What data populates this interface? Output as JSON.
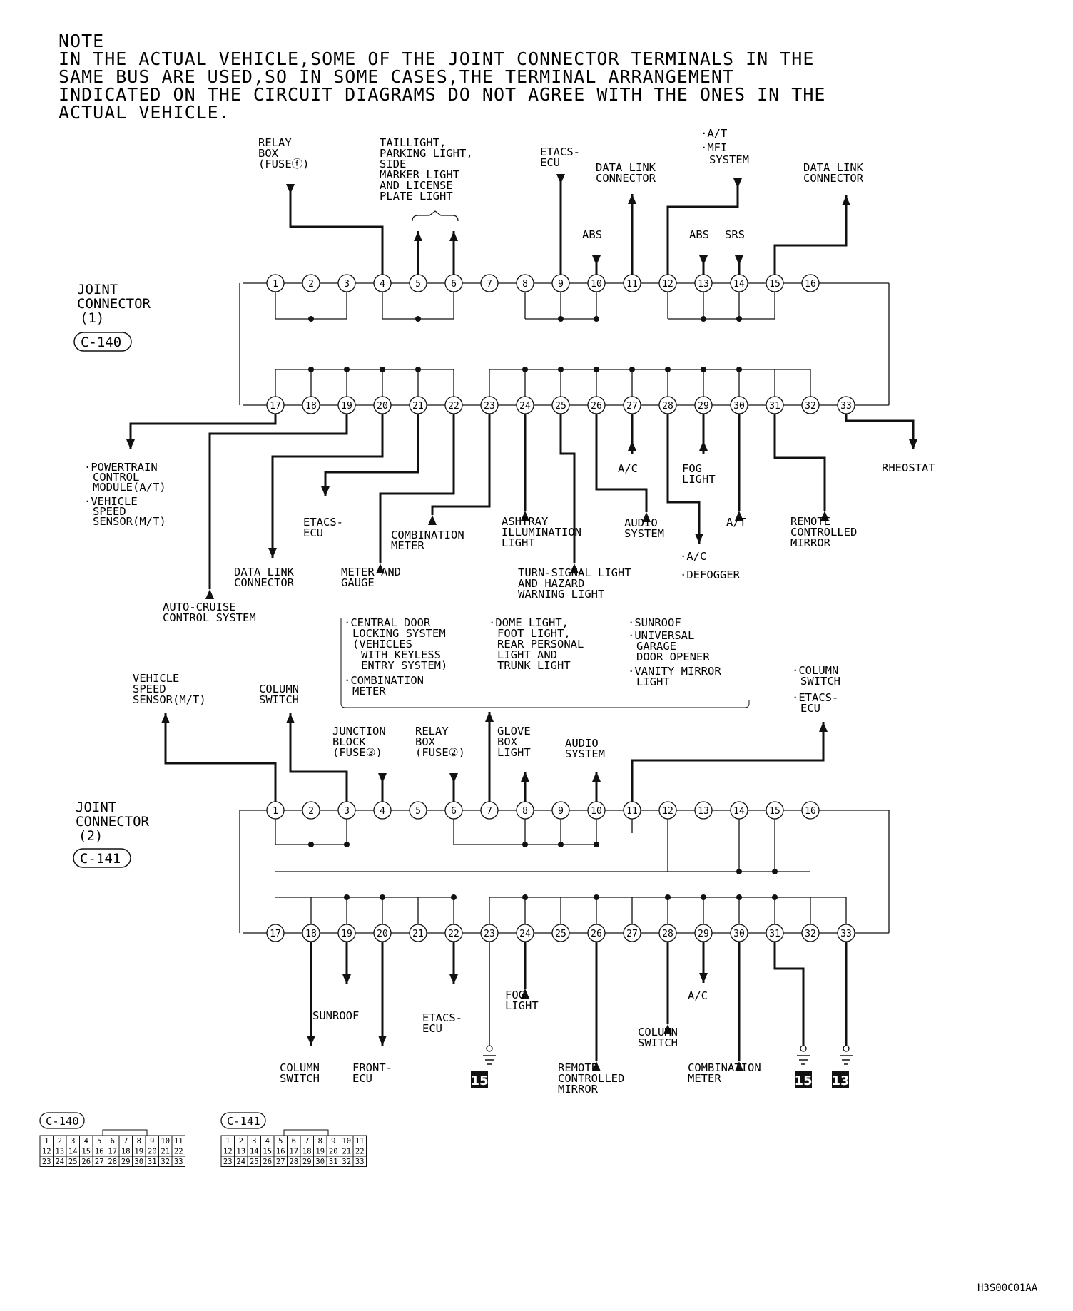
{
  "note": {
    "lines": [
      "NOTE",
      "IN THE ACTUAL VEHICLE,SOME OF THE JOINT CONNECTOR TERMINALS IN THE",
      "SAME BUS ARE USED,SO IN SOME CASES,THE TERMINAL ARRANGEMENT",
      "INDICATED ON THE CIRCUIT DIAGRAMS DO NOT AGREE WITH THE ONES IN THE",
      "ACTUAL VEHICLE."
    ]
  },
  "connector1": {
    "title": [
      "JOINT",
      "CONNECTOR",
      "(1)"
    ],
    "code": "C-140",
    "top_labels": [
      {
        "id": "relay-box-fuse-21",
        "lines": [
          "RELAY",
          "BOX",
          "(FUSEⓕ)"
        ]
      },
      {
        "id": "taillight",
        "lines": [
          "TAILLIGHT,",
          "PARKING LIGHT,",
          "SIDE",
          "MARKER LIGHT",
          "AND LICENSE",
          "PLATE LIGHT"
        ]
      },
      {
        "id": "etacs-ecu-top",
        "lines": [
          "ETACS-",
          "ECU"
        ]
      },
      {
        "id": "data-link-top-a",
        "lines": [
          "DATA LINK",
          "CONNECTOR"
        ]
      },
      {
        "id": "abs-10",
        "lines": [
          "ABS"
        ]
      },
      {
        "id": "at-mfi",
        "lines": [
          "·A/T",
          "·MFI",
          "SYSTEM"
        ]
      },
      {
        "id": "abs-13",
        "lines": [
          "ABS"
        ]
      },
      {
        "id": "srs-14",
        "lines": [
          "SRS"
        ]
      },
      {
        "id": "data-link-top-b",
        "lines": [
          "DATA LINK",
          "CONNECTOR"
        ]
      }
    ],
    "bottom_labels": [
      {
        "id": "powertrain",
        "lines": [
          "·POWERTRAIN",
          "CONTROL",
          "MODULE(A/T)",
          "·VEHICLE",
          "SPEED",
          "SENSOR(M/T)"
        ]
      },
      {
        "id": "auto-cruise",
        "lines": [
          "AUTO-CRUISE",
          "CONTROL SYSTEM"
        ]
      },
      {
        "id": "data-link-bottom",
        "lines": [
          "DATA LINK",
          "CONNECTOR"
        ]
      },
      {
        "id": "etacs-ecu-20",
        "lines": [
          "ETACS-",
          "ECU"
        ]
      },
      {
        "id": "meter-gauge",
        "lines": [
          "METER AND",
          "GAUGE"
        ]
      },
      {
        "id": "combination-meter-22",
        "lines": [
          "COMBINATION",
          "METER"
        ]
      },
      {
        "id": "ashtray",
        "lines": [
          "ASHTRAY",
          "ILLUMINATION",
          "LIGHT"
        ]
      },
      {
        "id": "turn-signal",
        "lines": [
          "TURN-SIGNAL LIGHT",
          "AND HAZARD",
          "WARNING LIGHT"
        ]
      },
      {
        "id": "audio-system-26",
        "lines": [
          "AUDIO",
          "SYSTEM"
        ]
      },
      {
        "id": "ac-27",
        "lines": [
          "A/C"
        ]
      },
      {
        "id": "fog-light-29",
        "lines": [
          "FOG",
          "LIGHT"
        ]
      },
      {
        "id": "ac-defogger",
        "lines": [
          "·A/C",
          "·DEFOGGER"
        ]
      },
      {
        "id": "at-30",
        "lines": [
          "A/T"
        ]
      },
      {
        "id": "remote-mirror-31",
        "lines": [
          "REMOTE",
          "CONTROLLED",
          "MIRROR"
        ]
      },
      {
        "id": "rheostat",
        "lines": [
          "RHEOSTAT"
        ]
      }
    ]
  },
  "middle_box": {
    "col1": [
      "·CENTRAL DOOR",
      "LOCKING SYSTEM",
      "(VEHICLES",
      "WITH KEYLESS",
      "ENTRY SYSTEM)",
      "·COMBINATION",
      "METER"
    ],
    "col2": [
      "·DOME LIGHT,",
      "FOOT LIGHT,",
      "REAR PERSONAL",
      "LIGHT AND",
      "TRUNK LIGHT"
    ],
    "col3": [
      "·SUNROOF",
      "·UNIVERSAL",
      "GARAGE",
      "DOOR OPENER",
      "·VANITY MIRROR",
      "LIGHT"
    ]
  },
  "connector2": {
    "title": [
      "JOINT",
      "CONNECTOR",
      "(2)"
    ],
    "code": "C-141",
    "top_labels": [
      {
        "id": "vss-mt",
        "lines": [
          "VEHICLE",
          "SPEED",
          "SENSOR(M/T)"
        ]
      },
      {
        "id": "column-switch-3",
        "lines": [
          "COLUMN",
          "SWITCH"
        ]
      },
      {
        "id": "junction-block",
        "lines": [
          "JUNCTION",
          "BLOCK",
          "(FUSE③)"
        ]
      },
      {
        "id": "relay-box-fuse-22",
        "lines": [
          "RELAY",
          "BOX",
          "(FUSE②)"
        ]
      },
      {
        "id": "glove-box",
        "lines": [
          "GLOVE",
          "BOX",
          "LIGHT"
        ]
      },
      {
        "id": "audio-system-10",
        "lines": [
          "AUDIO",
          "SYSTEM"
        ]
      },
      {
        "id": "column-etacs",
        "lines": [
          "·COLUMN",
          "SWITCH",
          "·ETACS-",
          "ECU"
        ]
      }
    ],
    "bottom_labels": [
      {
        "id": "sunroof-19",
        "lines": [
          "SUNROOF"
        ]
      },
      {
        "id": "column-switch-18",
        "lines": [
          "COLUMN",
          "SWITCH"
        ]
      },
      {
        "id": "front-ecu",
        "lines": [
          "FRONT-",
          "ECU"
        ]
      },
      {
        "id": "etacs-ecu-22",
        "lines": [
          "ETACS-",
          "ECU"
        ]
      },
      {
        "id": "fog-light-24",
        "lines": [
          "FOG",
          "LIGHT"
        ]
      },
      {
        "id": "remote-mirror-26",
        "lines": [
          "REMOTE",
          "CONTROLLED",
          "MIRROR"
        ]
      },
      {
        "id": "ac-29",
        "lines": [
          "A/C"
        ]
      },
      {
        "id": "column-switch-28",
        "lines": [
          "COLUMN",
          "SWITCH"
        ]
      },
      {
        "id": "combination-meter-30",
        "lines": [
          "COMBINATION",
          "METER"
        ]
      }
    ],
    "ground_badges": [
      "15",
      "15",
      "13"
    ]
  },
  "pin_grids": [
    {
      "code": "C-140",
      "rows": [
        [
          "1",
          "2",
          "3",
          "4",
          "5",
          "6",
          "7",
          "8",
          "9",
          "10",
          "11"
        ],
        [
          "12",
          "13",
          "14",
          "15",
          "16",
          "17",
          "18",
          "19",
          "20",
          "21",
          "22"
        ],
        [
          "23",
          "24",
          "25",
          "26",
          "27",
          "28",
          "29",
          "30",
          "31",
          "32",
          "33"
        ]
      ]
    },
    {
      "code": "C-141",
      "rows": [
        [
          "1",
          "2",
          "3",
          "4",
          "5",
          "6",
          "7",
          "8",
          "9",
          "10",
          "11"
        ],
        [
          "12",
          "13",
          "14",
          "15",
          "16",
          "17",
          "18",
          "19",
          "20",
          "21",
          "22"
        ],
        [
          "23",
          "24",
          "25",
          "26",
          "27",
          "28",
          "29",
          "30",
          "31",
          "32",
          "33"
        ]
      ]
    }
  ],
  "figure_code": "H3S00C01AA"
}
